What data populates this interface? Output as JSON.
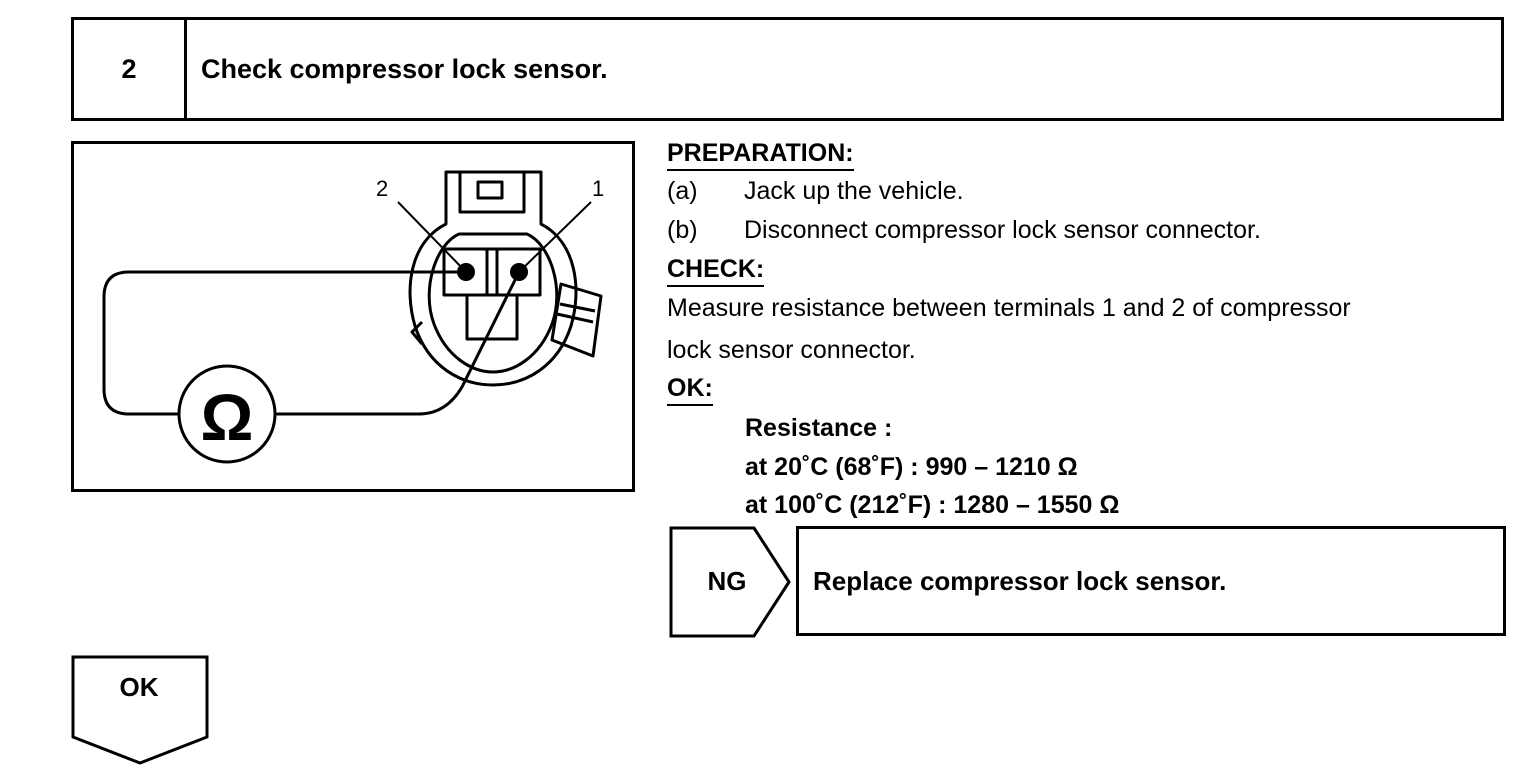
{
  "step": {
    "number": "2",
    "title": "Check compressor lock sensor."
  },
  "figure": {
    "terminal_2_label": "2",
    "terminal_1_label": "1",
    "ohmmeter_symbol": "Ω",
    "ohmmeter_icon": "ohmmeter-icon",
    "connector_icon": "connector-icon"
  },
  "preparation": {
    "heading": "PREPARATION:",
    "items": [
      {
        "marker": "(a)",
        "text": "Jack up the vehicle."
      },
      {
        "marker": "(b)",
        "text": "Disconnect compressor lock sensor connector."
      }
    ]
  },
  "check": {
    "heading": "CHECK:",
    "lines": [
      "Measure resistance between terminals 1 and 2 of compressor",
      "lock sensor connector."
    ]
  },
  "ok_spec": {
    "heading": "OK:",
    "lines": [
      "Resistance :",
      "at 20˚C (68˚F) : 990 – 1210 Ω",
      "at 100˚C (212˚F) : 1280 – 1550 Ω"
    ]
  },
  "ng": {
    "label": "NG",
    "action": "Replace compressor lock sensor."
  },
  "ok_flow": {
    "label": "OK"
  }
}
